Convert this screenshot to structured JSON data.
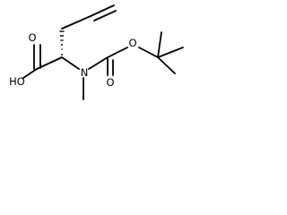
{
  "molecule": {
    "atom_labels": {
      "carbonyl_oxygen": "O",
      "hydroxyl": "HO",
      "nitrogen": "N",
      "carbamate_carbonyl_oxygen": "O",
      "ester_oxygen": "O"
    },
    "colors": {
      "bond": "#000000",
      "label": "#000000",
      "background": "#ffffff"
    }
  }
}
